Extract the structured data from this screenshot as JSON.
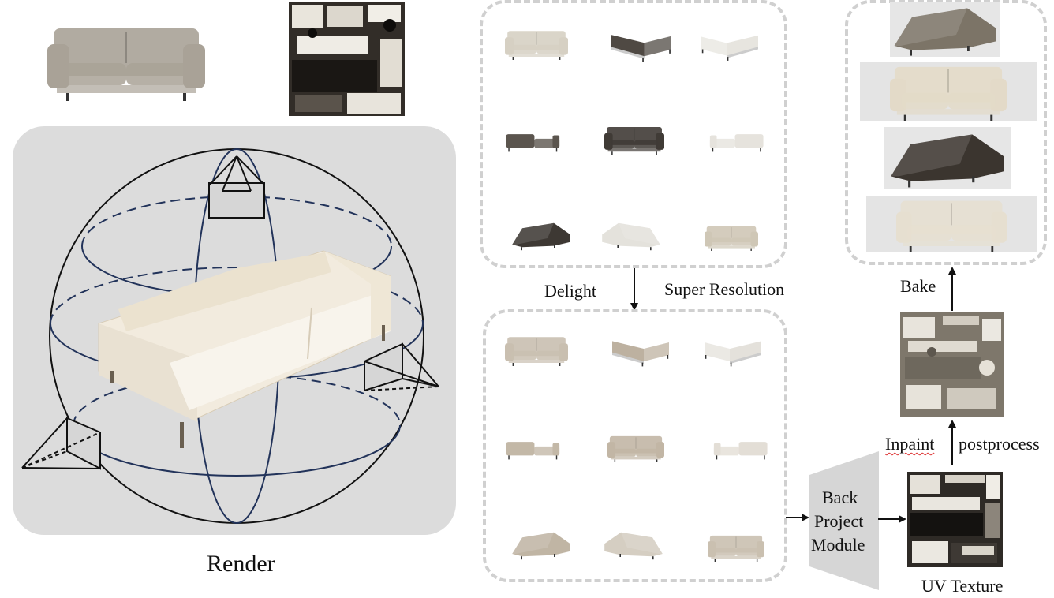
{
  "labels": {
    "render": "Render",
    "delight": "Delight",
    "super_resolution": "Super Resolution",
    "bake": "Bake",
    "inpaint": "Inpaint",
    "postprocess": "postprocess",
    "back_project_module": [
      "Back",
      "Project",
      "Module"
    ],
    "uv_texture": "UV Texture"
  },
  "colors": {
    "render_bg": "#dcdcdc",
    "sphere_lines": "#22335a",
    "dash_border": "#d0d0d0",
    "trapezoid": "#d6d6d6",
    "sofa_light": "#ece3d2",
    "sofa_beige": "#cfc5b3",
    "sofa_dark": "#4a453f",
    "sofa_white": "#eeeeea",
    "uv_tan": "#7c7568"
  },
  "views_top_grid": [
    [
      "front-light",
      "angled-dark",
      "angled-white"
    ],
    [
      "side-dark",
      "front-dark",
      "side-white"
    ],
    [
      "under-dark",
      "under-white",
      "front-light"
    ]
  ],
  "views_bottom_grid": [
    [
      "front-beige",
      "angled-beige",
      "angled-white"
    ],
    [
      "side-beige",
      "front-beige",
      "side-white"
    ],
    [
      "under-beige",
      "under-beige",
      "front-beige"
    ]
  ],
  "baked_stack": [
    "under-tan",
    "front-cream",
    "under-dark",
    "front-cream"
  ]
}
